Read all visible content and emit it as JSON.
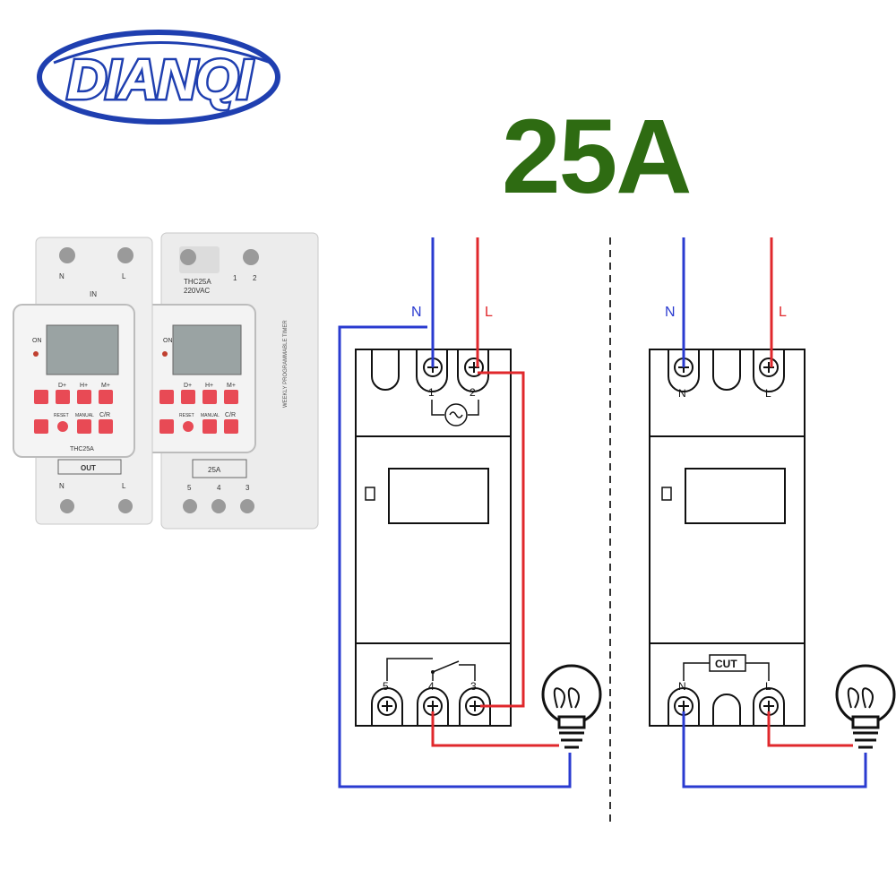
{
  "brand": {
    "logo_text": "DIANQI"
  },
  "rating": "25A",
  "photo": {
    "unit_left": {
      "top_labels": [
        "N",
        "L"
      ],
      "top_caption": "IN",
      "bottom_caption": "OUT",
      "bottom_labels": [
        "N",
        "L"
      ],
      "indicator": "ON",
      "buttons_row1": [
        "D+",
        "H+",
        "M+"
      ],
      "buttons_row2": [
        "RESET",
        "MANUAL",
        "C/R"
      ],
      "model": "THC25A"
    },
    "unit_right": {
      "model_line": "THC25A",
      "voltage_line": "220VAC",
      "terminals_top": [
        "1",
        "2"
      ],
      "indicator": "ON",
      "buttons_row1": [
        "D+",
        "H+",
        "M+"
      ],
      "buttons_row2": [
        "RESET",
        "MANUAL",
        "C/R"
      ],
      "side_text": "WEEKLY PROGRAMMABLE TIMER",
      "rating_tag": "25A",
      "terminals_bottom": [
        "5",
        "4",
        "3"
      ]
    }
  },
  "diagram_left": {
    "wire_labels": {
      "neutral": "N",
      "line": "L"
    },
    "top_terminals": [
      "1",
      "2"
    ],
    "bottom_terminals": [
      "5",
      "4",
      "3"
    ]
  },
  "diagram_right": {
    "wire_labels": {
      "neutral": "N",
      "line": "L"
    },
    "top_terminal_labels": [
      "N",
      "L"
    ],
    "cut_label": "CUT",
    "bottom_terminal_labels": [
      "N",
      "L"
    ]
  },
  "colors": {
    "neutral_wire": "#2a3bd0",
    "line_wire": "#e0282c",
    "rating_green": "#2e6b12",
    "logo_blue": "#1f3fb0"
  }
}
